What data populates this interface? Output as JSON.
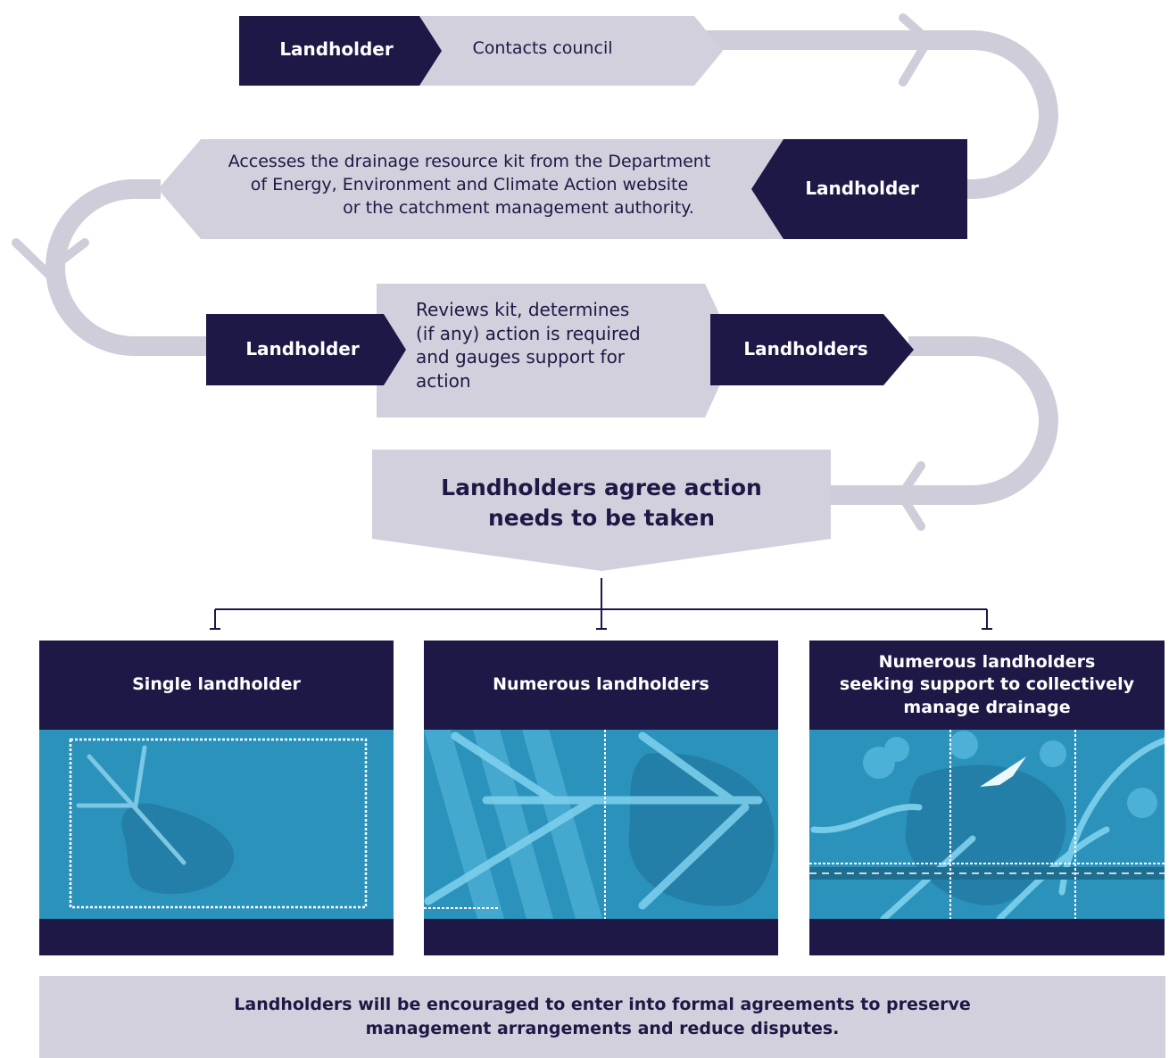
{
  "colors": {
    "navy": "#1e1846",
    "lavender": "#d2d0dc",
    "path": "#cfcdd9",
    "water": "#2b93bb",
    "water_light": "#8ed8f2"
  },
  "flow": {
    "step1": {
      "actor": "Landholder",
      "action": "Contacts council"
    },
    "step2": {
      "actor": "Landholder",
      "action_lines": [
        "Accesses the drainage resource kit from the Department",
        "of Energy, Environment and Climate Action website",
        "or the catchment management authority."
      ]
    },
    "step3": {
      "actor_left": "Landholder",
      "action_lines": [
        "Reviews kit, determines",
        "(if any) action is required",
        "and gauges support for",
        "action"
      ],
      "actor_right": "Landholders"
    },
    "decision": {
      "lines": [
        "Landholders agree action",
        "needs to be taken"
      ]
    }
  },
  "options": [
    {
      "title_lines": [
        "Single landholder"
      ]
    },
    {
      "title_lines": [
        "Numerous landholders"
      ]
    },
    {
      "title_lines": [
        "Numerous landholders",
        "seeking support to collectively",
        "manage drainage"
      ]
    }
  ],
  "footer": {
    "lines": [
      "Landholders will be encouraged to enter into formal agreements to preserve",
      "management arrangements and reduce disputes."
    ]
  }
}
